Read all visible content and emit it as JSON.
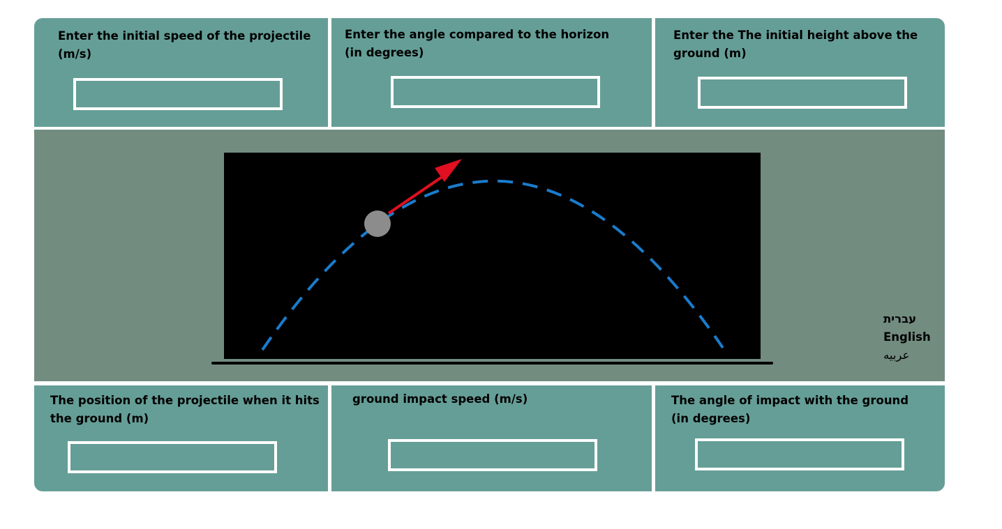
{
  "inputs": {
    "speed_label_1": "Enter the initial speed of the projectile",
    "speed_label_2": "(m/s)",
    "angle_label_1": "Enter the angle compared to the horizon",
    "angle_label_2": "(in degrees)",
    "height_label_1": "Enter the The initial height above the",
    "height_label_2": "ground (m)"
  },
  "outputs": {
    "position_label_1": "The position of the projectile when it hits",
    "position_label_2": "the ground (m)",
    "speed_label": "ground impact speed (m/s)",
    "angle_label_1": "The angle of impact with the ground",
    "angle_label_2": "(in degrees)"
  },
  "languages": [
    "עברית",
    "English",
    "عربيه"
  ],
  "colors": {
    "panel": "#659e97",
    "middle": "#728c80",
    "trajectory": "#1a7ccc",
    "velocity_arrow": "#e01020",
    "ball": "#8c8c8c"
  }
}
